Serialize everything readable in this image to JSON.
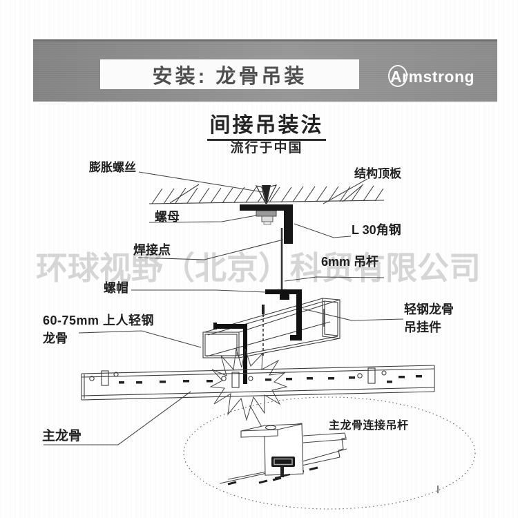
{
  "header": {
    "title": "安装: 龙骨吊装",
    "brand": "Armstrong"
  },
  "method": {
    "title": "间接吊装法",
    "subtitle": "流行于中国"
  },
  "watermark": {
    "text": "环球视野（北京）科贸有限公司"
  },
  "labels": {
    "expansion_bolt": "膨胀螺丝",
    "structural_deck": "结构顶板",
    "nut": "螺母",
    "angle_steel": "L 30角钢",
    "weld_point": "焊接点",
    "hanger_rod": "6mm 吊杆",
    "cap_nut": "螺帽",
    "channel_keel_line1": "60-75mm 上人轻钢",
    "channel_keel_line2": "龙骨",
    "hanger_clip_line1": "轻钢龙骨",
    "hanger_clip_line2": "吊挂件",
    "main_runner": "主龙骨",
    "detail_caption": "主龙骨连接吊杆"
  },
  "colors": {
    "banner_gray": "#8f8f8f",
    "line_dark": "#3c3c3c",
    "steel_black": "#161616",
    "watermark_gray": "#9b9b9b"
  }
}
